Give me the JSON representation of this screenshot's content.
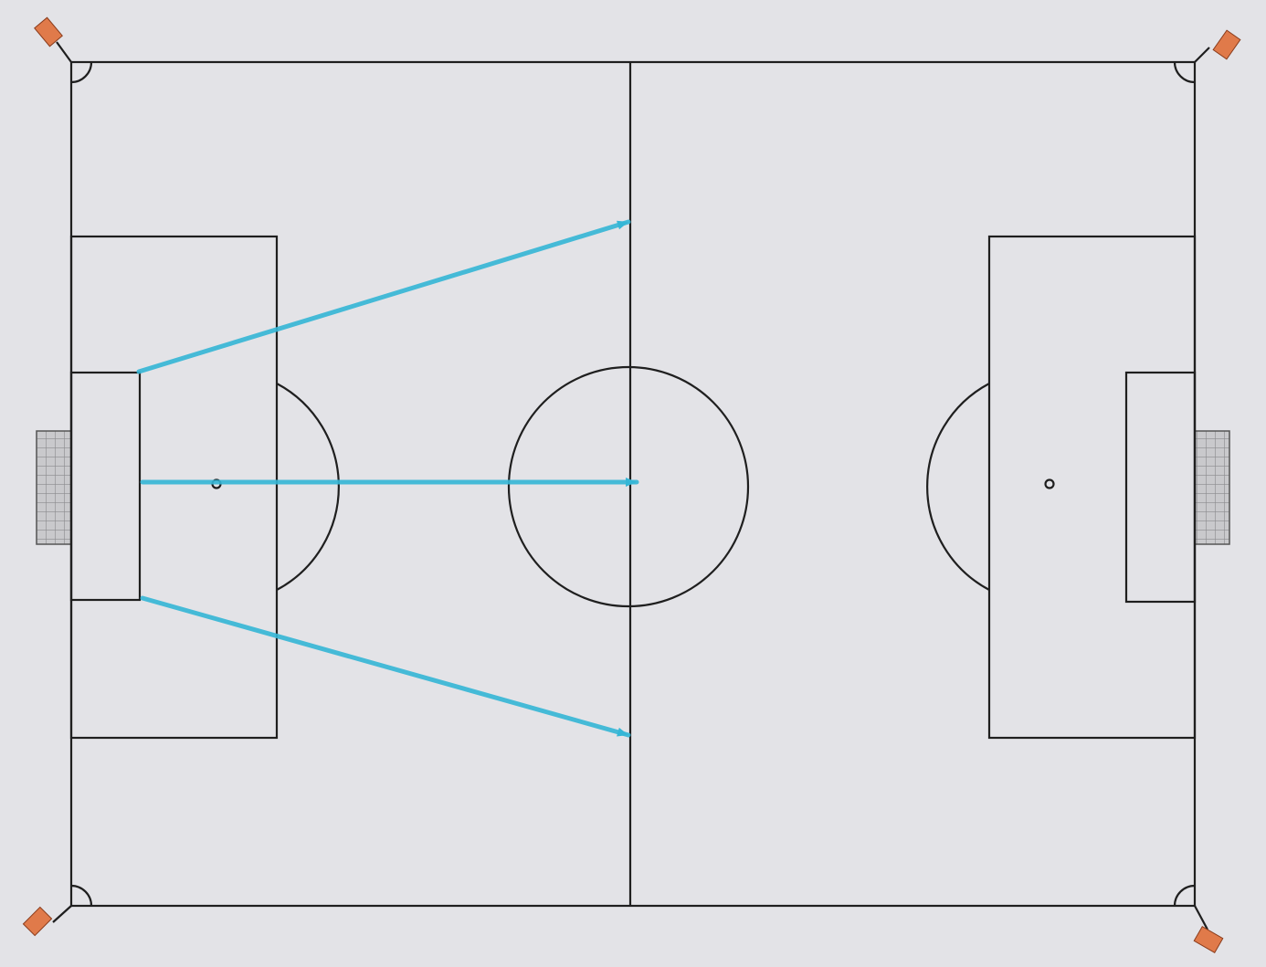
{
  "diagram": {
    "type": "football-pitch",
    "colors": {
      "background": "#e3e3e7",
      "pitch_lines": "#1f1f1f",
      "arrows": "#35b6d6",
      "corner_flags": "#e07a4a",
      "goal_net": "#a7a7a7"
    },
    "arrows": [
      {
        "name": "arrow-upper",
        "from": "left-goal-area-top-corner",
        "to": "halfway-line-upper"
      },
      {
        "name": "arrow-center",
        "from": "left-goal-area-center",
        "to": "center-spot"
      },
      {
        "name": "arrow-lower",
        "from": "left-goal-area-bottom-corner",
        "to": "halfway-line-lower"
      }
    ],
    "icons": {
      "corner_flag": "corner-flag-icon",
      "goal": "goal-net-icon"
    }
  }
}
